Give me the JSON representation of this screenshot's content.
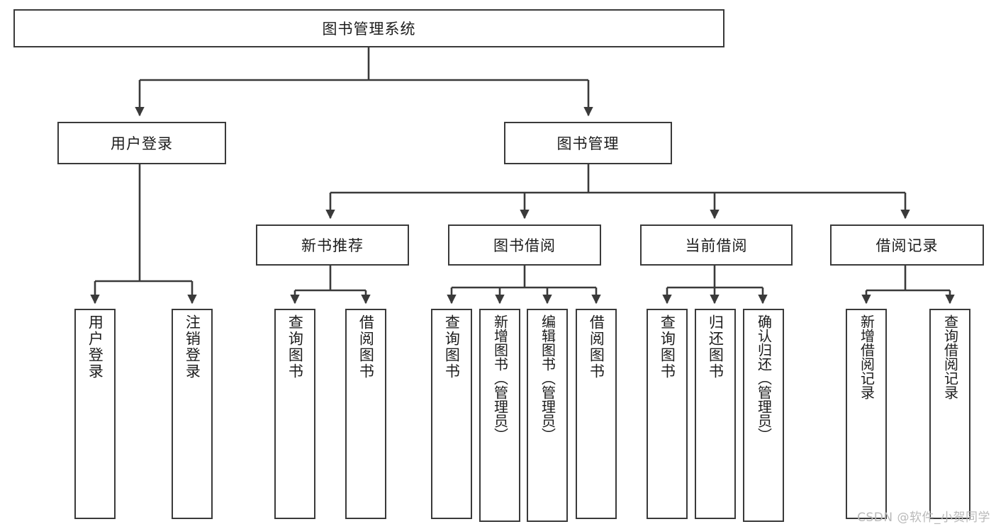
{
  "diagram": {
    "title": "图书管理系统",
    "type": "tree-hierarchy-diagram",
    "colors": {
      "box_border": "#3a3a3a",
      "box_fill": "#ffffff",
      "connector": "#3a3a3a",
      "text": "#1c1c1c",
      "watermark": "#b9b9b9",
      "background": "#ffffff"
    },
    "root": {
      "label": "图书管理系统"
    },
    "level2": [
      {
        "id": "user-login",
        "label": "用户登录"
      },
      {
        "id": "book-manage",
        "label": "图书管理"
      }
    ],
    "level3": [
      {
        "id": "new-book-recommend",
        "label": "新书推荐"
      },
      {
        "id": "book-borrow",
        "label": "图书借阅"
      },
      {
        "id": "current-borrow",
        "label": "当前借阅"
      },
      {
        "id": "borrow-record",
        "label": "借阅记录"
      }
    ],
    "leaves": {
      "user_login": [
        {
          "id": "leaf-user-login",
          "label": "用户登录"
        },
        {
          "id": "leaf-logout-login",
          "label": "注销登录"
        }
      ],
      "new_book_recommend": [
        {
          "id": "leaf-query-book-1",
          "label": "查询图书"
        },
        {
          "id": "leaf-borrow-book-1",
          "label": "借阅图书"
        }
      ],
      "book_borrow": [
        {
          "id": "leaf-query-book-2",
          "label": "查询图书"
        },
        {
          "id": "leaf-add-book",
          "label": "新增图书（管理员）"
        },
        {
          "id": "leaf-edit-book",
          "label": "编辑图书（管理员）"
        },
        {
          "id": "leaf-borrow-book-2",
          "label": "借阅图书"
        }
      ],
      "current_borrow": [
        {
          "id": "leaf-query-book-3",
          "label": "查询图书"
        },
        {
          "id": "leaf-return-book",
          "label": "归还图书"
        },
        {
          "id": "leaf-confirm-return",
          "label": "确认归还（管理员）"
        }
      ],
      "borrow_record": [
        {
          "id": "leaf-add-record",
          "label": "新增借阅记录"
        },
        {
          "id": "leaf-query-record",
          "label": "查询借阅记录"
        }
      ]
    },
    "watermark": "CSDN @软件_小贺同学"
  }
}
